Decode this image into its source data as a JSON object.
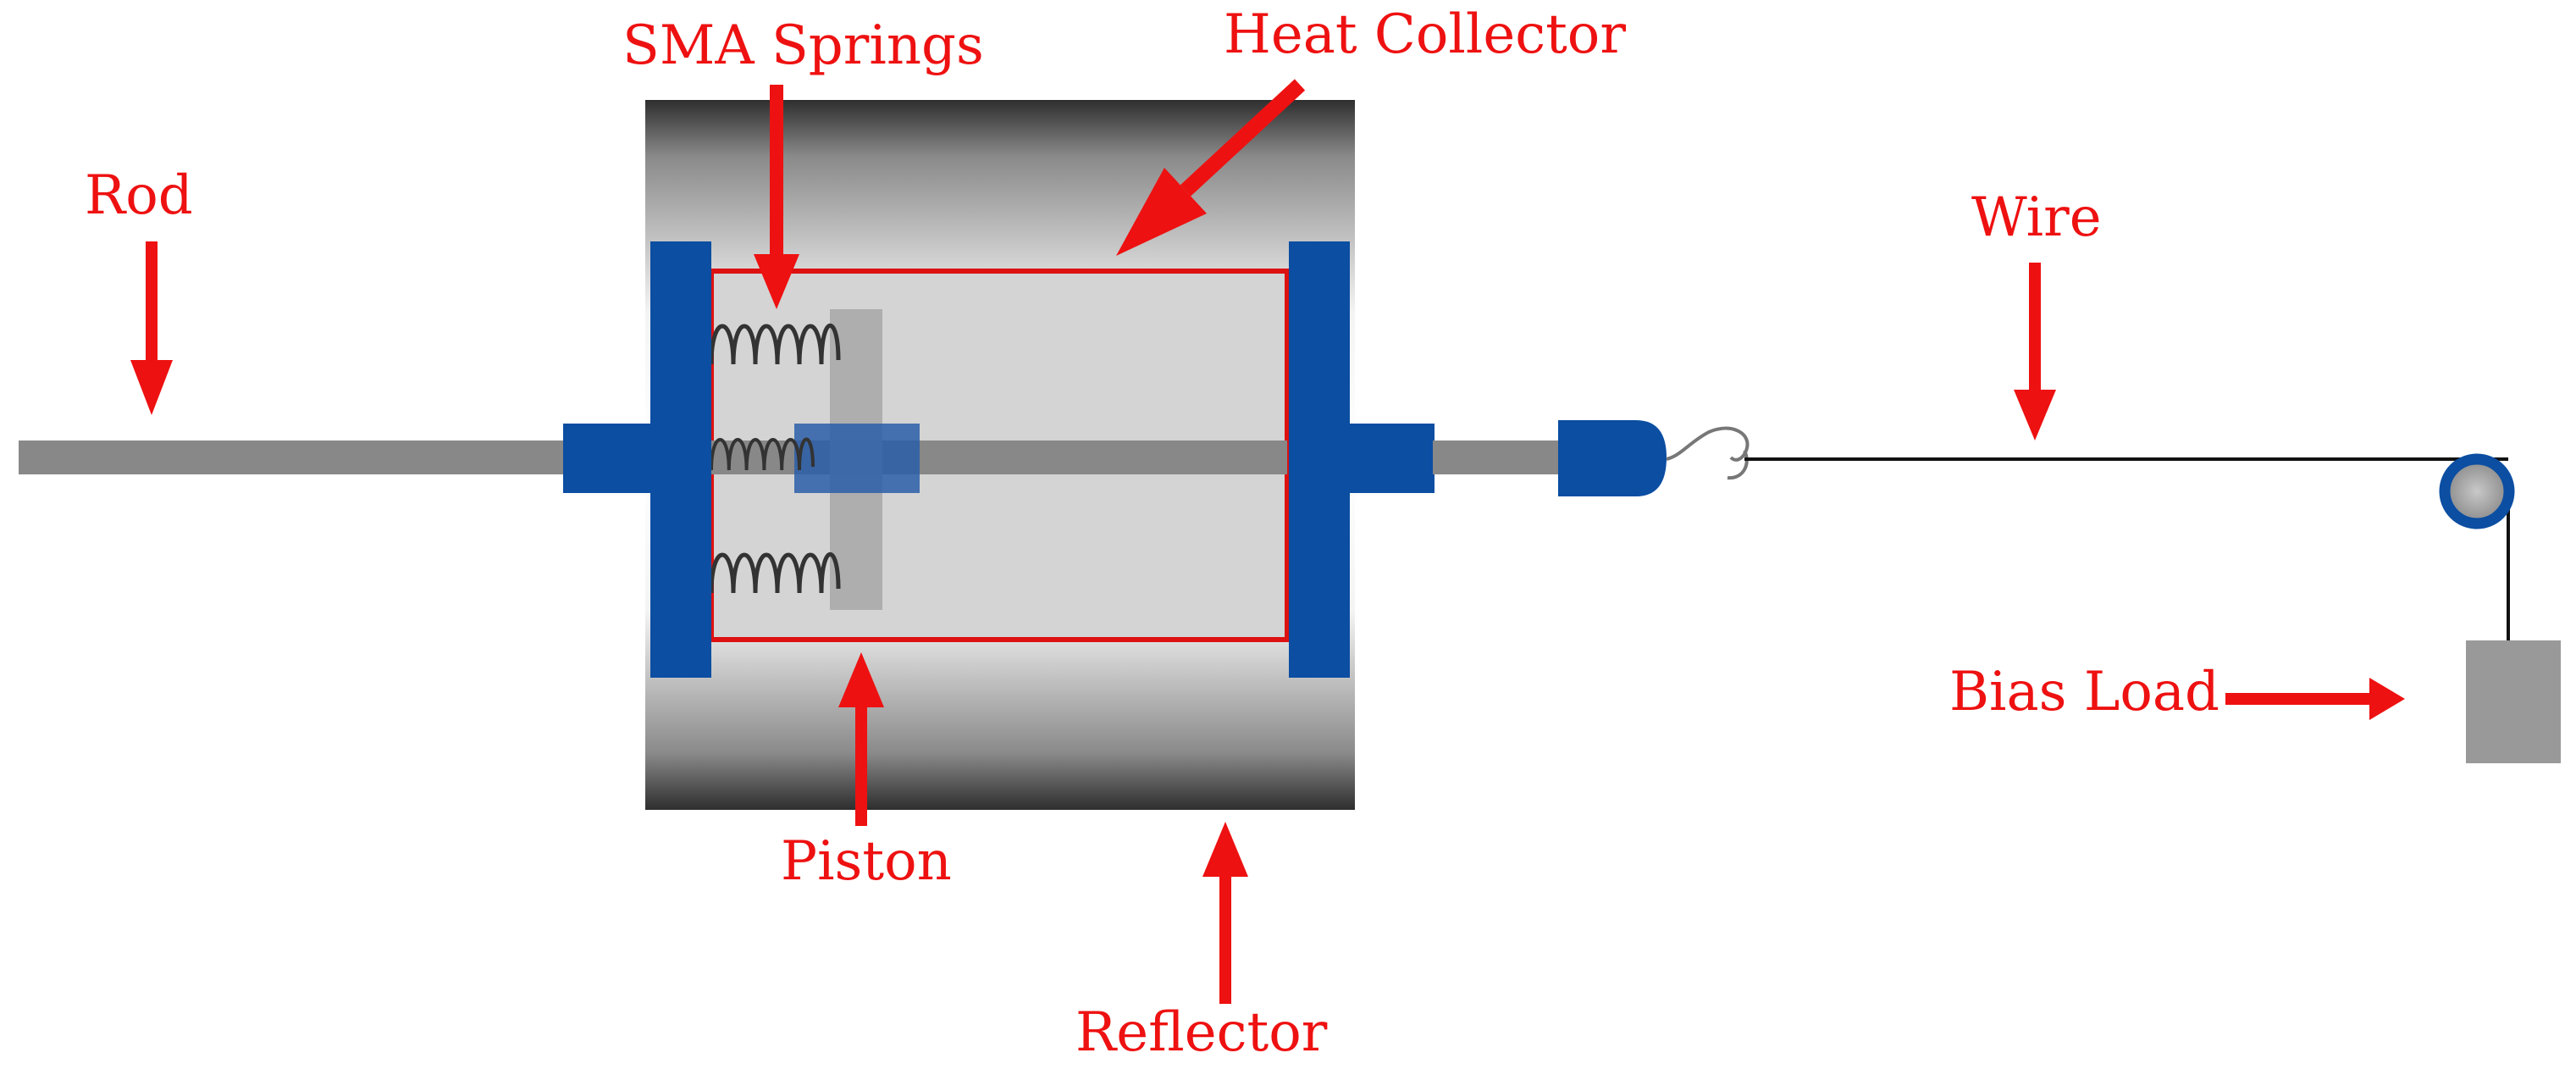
{
  "labels": {
    "sma_springs": "SMA Springs",
    "heat_collector": "Heat Collector",
    "rod": "Rod",
    "wire": "Wire",
    "bias_load": "Bias Load",
    "piston": "Piston",
    "reflector": "Reflector"
  },
  "colors": {
    "label": "#ee1111",
    "arrow": "#ee1111",
    "blue_part": "#0b4ea2",
    "rod": "#888888",
    "heat_collector_fill": "#d4d4d4",
    "heat_collector_border": "#dd1111",
    "piston": "#aaaaaa",
    "bias_load": "#999999",
    "spring": "#333333",
    "wire": "#111111"
  },
  "icons": {
    "arrows": "red-arrow-icon",
    "pulley": "pulley-icon",
    "hook": "hook-icon",
    "spring": "coil-spring-icon"
  }
}
